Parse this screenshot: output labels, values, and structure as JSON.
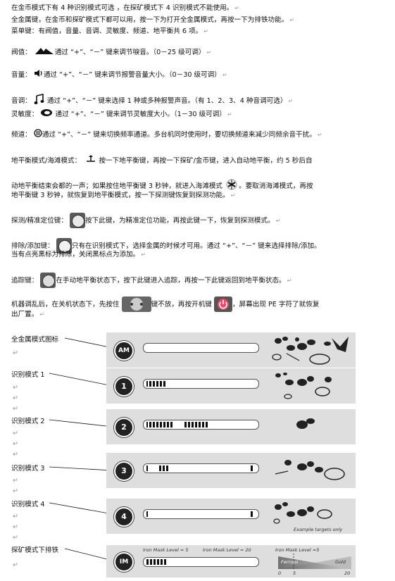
{
  "text": {
    "l1": "在金币模式下有 4 种识别模式可选 ，在探矿模式下 4 识别模式不能使用。",
    "l2": "全金属键，在金币和探矿模式下都可以用，按一下为打开全金属模式，再按一下为排铁功能。",
    "l3": "菜单键：有阀值，音量、音调、灵敏度、频道、地平衡共 6 项。",
    "l4_pre": "阀值：",
    "l4_post": "通过 “+”、“－” 键来调节唳音。（0－25 级可调）",
    "l5_pre": "音量：",
    "l5_post": "通过 “+”、“－” 键来调节报警音量大小。（0－30 级可调）",
    "l6_pre": "音调：",
    "l6_post": "通过 “+”、“－” 键来选择 1 种或多种报警声音。（有 1、2、3、4 种音调可选）",
    "l7_pre": "灵敏度：",
    "l7_post": "通过 “+”、“－” 键来调节灵敏度大小。（1－30 级可调）",
    "l8_pre": "频道：",
    "l8_post": "通过 “+”、“－” 键来切换频率通道。多台机同时使用时，要切换频道来减少同频余音干扰。",
    "l9_pre": "地平衡模式/海滩模式：",
    "l9_post": "按一下地平衡键，再按一下探矿/金币键，进入自动地平衡，约 5 秒后自",
    "l10_pre": "动地平衡结束会都的一声；如果按住地平衡键 3 秒钟，就进入海滩模式",
    "l10_post": "。要取消海滩模式，再按",
    "l11": "地平衡键 3 秒钟，就恢复到地平衡模式，按一下探测键恢复到探测功能。",
    "l12_pre": "探测/精准定位键：",
    "l12_post": "按下此键，为精准定位功能，再按此键一下，恢复到探测模式。",
    "l13_pre": "排除/添加键：",
    "l13_post": "只有在识别模式下，选择金属的时候才可用。通过 “+”、“－” 键来选择排除/添加。",
    "l14": "当有点亮黑标为排除，关闭黑标点为添加。",
    "l15_pre": "追踪键：",
    "l15_post": "在手动地平衡状态下，按下此键进入追踪，再按一下此键返回到地平衡状态。",
    "l16_pre": "机器调乱后，在关机状态下，先按住",
    "l16_mid": "键不放，再按开机键",
    "l16_post": "，屏幕出现 PE 字符了就恢复",
    "l17": "出厂置。"
  },
  "modes": [
    {
      "label": "全金属模式图标",
      "badge": "AM"
    },
    {
      "label": "识别模式 1",
      "badge": "1"
    },
    {
      "label": "识别模式 2",
      "badge": "2"
    },
    {
      "label": "识别模式 3",
      "badge": "3"
    },
    {
      "label": "识别模式 4",
      "badge": "4"
    },
    {
      "label": "探矿模式下排铁",
      "badge": "IM"
    }
  ],
  "figure": {
    "example_targets": "Example targets only",
    "iron_mask_5": "Iron Mask Level = 5",
    "iron_mask_20": "Iron Mask Level = 20",
    "iron_mask_5b": "Iron Mask Level =5",
    "ferrous": "Ferrous",
    "gold": "Gold",
    "tick0": "0",
    "tick5": "5",
    "tick20": "20"
  }
}
